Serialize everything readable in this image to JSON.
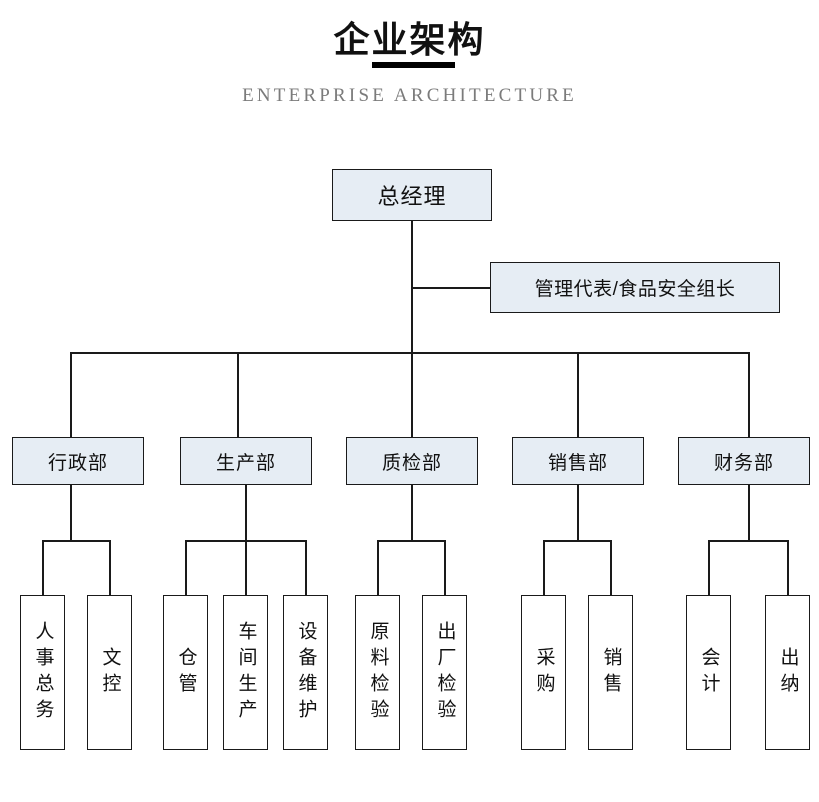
{
  "header": {
    "title_zh": "企业架构",
    "title_en": "ENTERPRISE ARCHITECTURE",
    "rule_color": "#000000",
    "title_color": "#111111",
    "subtitle_color": "#7b7b7b"
  },
  "theme": {
    "node_fill": "#e6edf4",
    "leaf_fill": "#ffffff",
    "border_color": "#1a1a1a",
    "line_color": "#1a1a1a",
    "background": "#ffffff"
  },
  "chart_type": "org-chart",
  "org": {
    "root": {
      "label": "总经理"
    },
    "staff": {
      "label": "管理代表/食品安全组长"
    },
    "departments": [
      {
        "label": "行政部",
        "children": [
          {
            "label": "人事总务"
          },
          {
            "label": "文控"
          }
        ]
      },
      {
        "label": "生产部",
        "children": [
          {
            "label": "仓管"
          },
          {
            "label": "车间生产"
          },
          {
            "label": "设备维护"
          }
        ]
      },
      {
        "label": "质检部",
        "children": [
          {
            "label": "原料检验"
          },
          {
            "label": "出厂检验"
          }
        ]
      },
      {
        "label": "销售部",
        "children": [
          {
            "label": "采购"
          },
          {
            "label": "销售"
          }
        ]
      },
      {
        "label": "财务部",
        "children": [
          {
            "label": "会计"
          },
          {
            "label": "出纳"
          }
        ]
      }
    ]
  }
}
